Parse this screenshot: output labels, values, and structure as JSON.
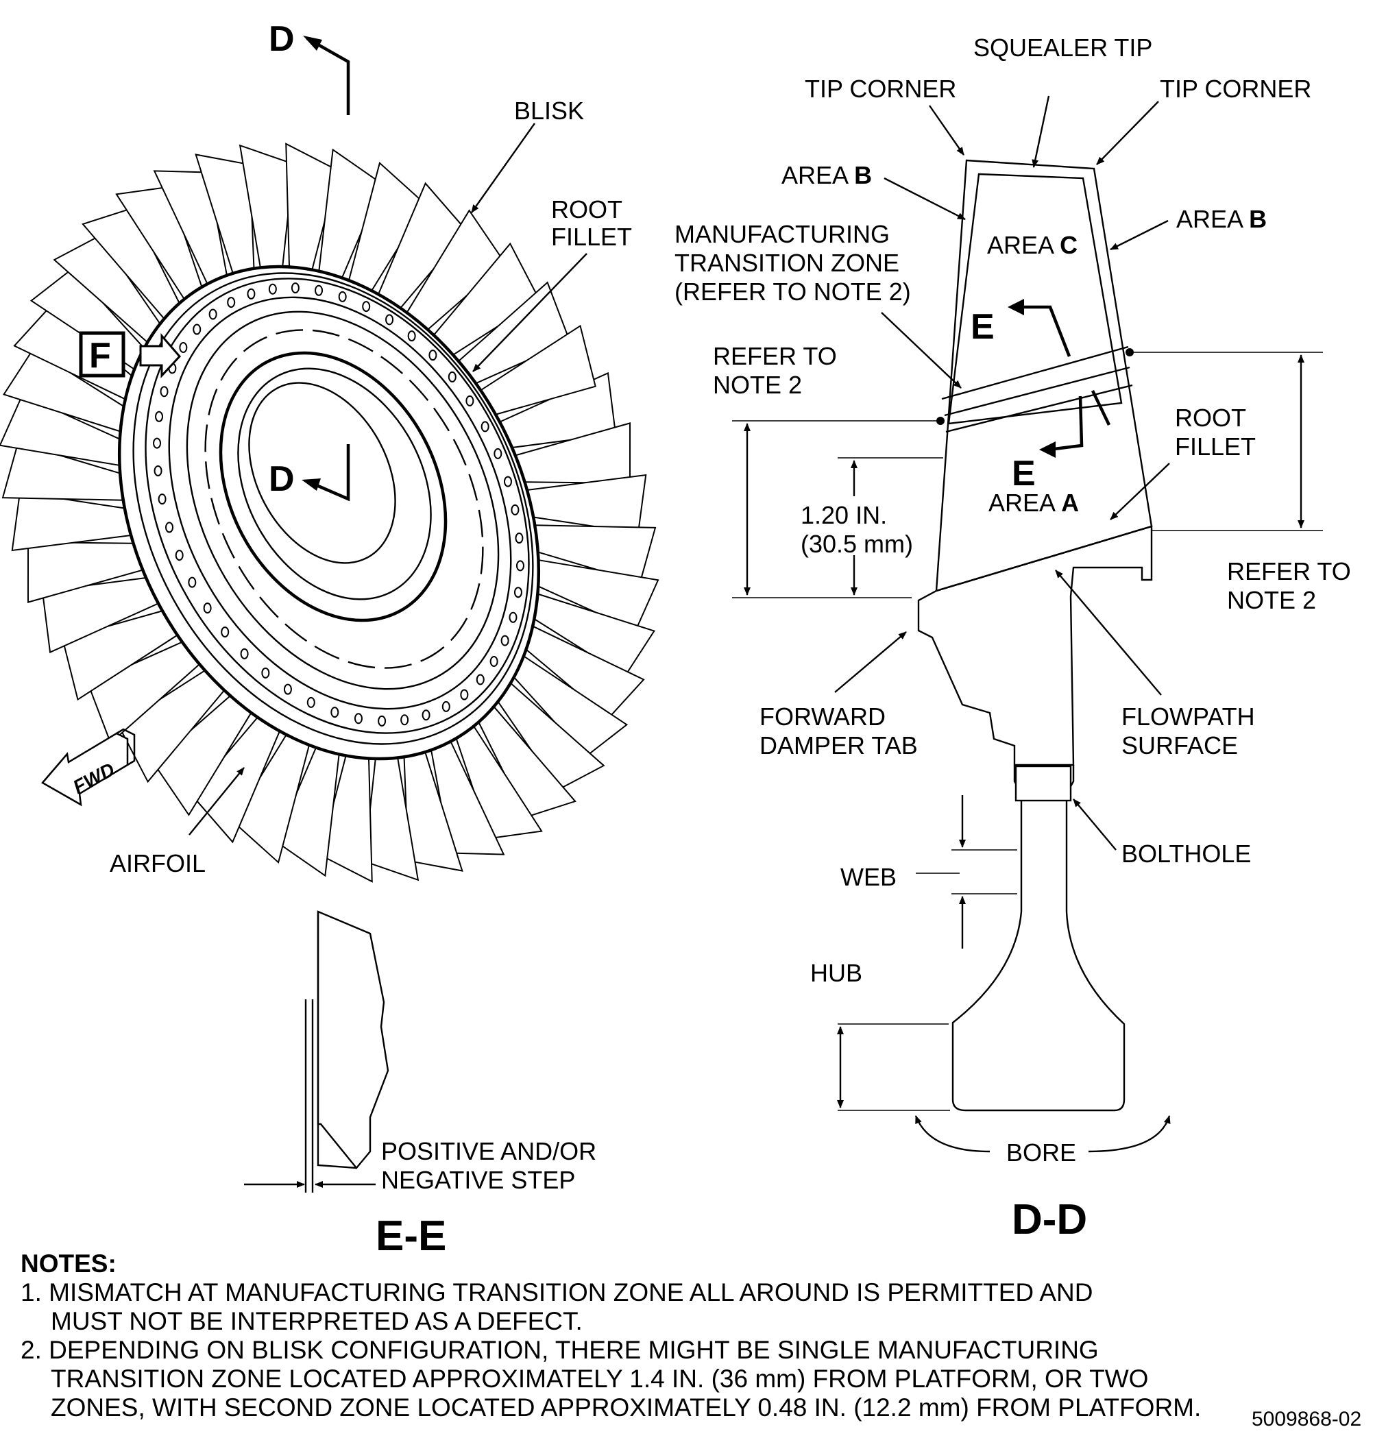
{
  "labels": {
    "blisk": "BLISK",
    "root_fillet_left_1": "ROOT",
    "root_fillet_left_2": "FILLET",
    "airfoil": "AIRFOIL",
    "view_f": "F",
    "section_d_top": "D",
    "section_d_center": "D",
    "fwd": "FWD",
    "squealer_tip": "SQUEALER TIP",
    "tip_corner_left": "TIP CORNER",
    "tip_corner_right": "TIP CORNER",
    "area_word": "AREA ",
    "area_b_letter": "B",
    "area_c_letter": "C",
    "area_a_letter": "A",
    "mtz_1": "MANUFACTURING",
    "mtz_2": "TRANSITION ZONE",
    "mtz_3": "(REFER TO NOTE 2)",
    "refer_note2_left_1": "REFER TO",
    "refer_note2_left_2": "NOTE 2",
    "refer_note2_right_1": "REFER TO",
    "refer_note2_right_2": "NOTE 2",
    "section_e_upper": "E",
    "section_e_lower": "E",
    "root_fillet_right_1": "ROOT",
    "root_fillet_right_2": "FILLET",
    "dim_in": "1.20 IN.",
    "dim_mm": "(30.5 mm)",
    "forward_damper_tab_1": "FORWARD",
    "forward_damper_tab_2": "DAMPER TAB",
    "flowpath_1": "FLOWPATH",
    "flowpath_2": "SURFACE",
    "bolthole": "BOLTHOLE",
    "web": "WEB",
    "hub": "HUB",
    "bore": "BORE",
    "step_1": "POSITIVE AND/OR",
    "step_2": "NEGATIVE STEP",
    "view_ee": "E-E",
    "view_dd": "D-D"
  },
  "notes": {
    "title": "NOTES:",
    "n1_l1": "1. MISMATCH AT MANUFACTURING TRANSITION ZONE ALL AROUND IS PERMITTED AND",
    "n1_l2": "MUST NOT BE INTERPRETED AS A DEFECT.",
    "n2_l1": "2. DEPENDING ON BLISK CONFIGURATION, THERE MIGHT BE SINGLE MANUFACTURING",
    "n2_l2": "TRANSITION ZONE LOCATED APPROXIMATELY 1.4 IN. (36 mm) FROM PLATFORM, OR TWO",
    "n2_l3": "ZONES, WITH SECOND ZONE LOCATED APPROXIMATELY 0.48 IN. (12.2 mm) FROM PLATFORM."
  },
  "figure_number": "5009868-02"
}
